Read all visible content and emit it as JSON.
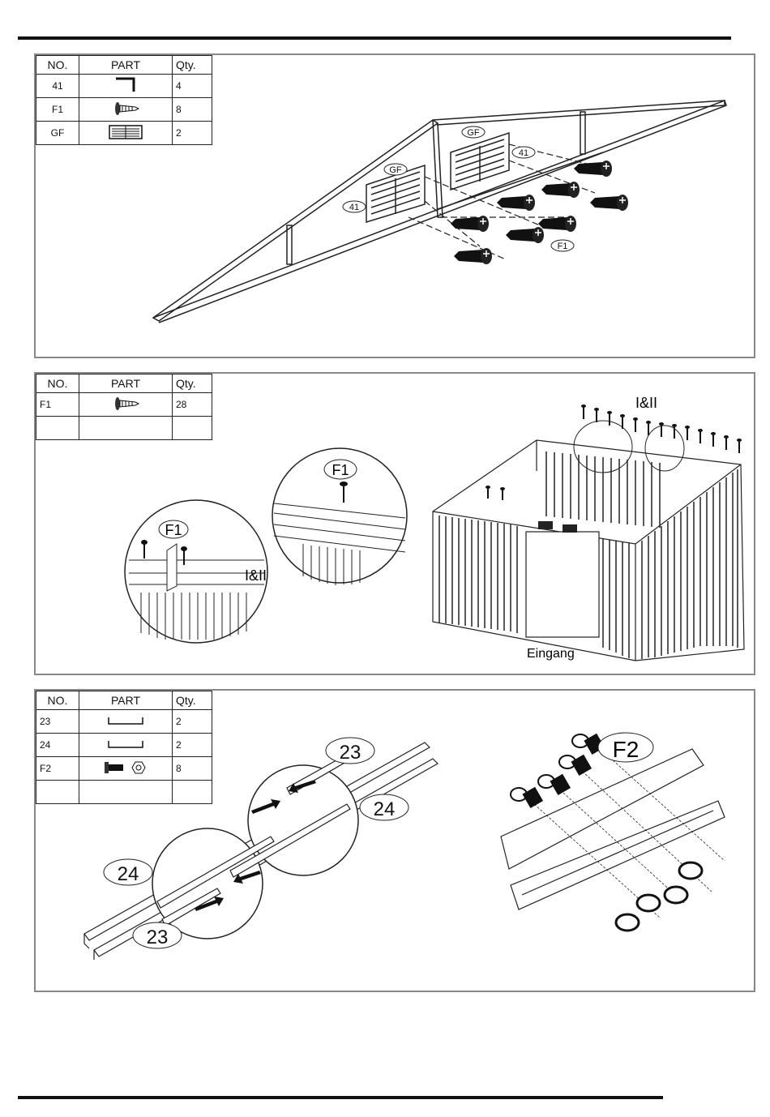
{
  "table_headers": {
    "no": "NO.",
    "part": "PART",
    "qty": "Qty."
  },
  "panel1": {
    "rows": [
      {
        "no": "41",
        "qty": "4",
        "icon": "bracket-icon"
      },
      {
        "no": "F1",
        "qty": "8",
        "icon": "screw-icon"
      },
      {
        "no": "GF",
        "qty": "2",
        "icon": "vent-grille-icon"
      }
    ],
    "labels": {
      "gf_a": "GF",
      "gf_b": "GF",
      "p41_a": "41",
      "p41_b": "41",
      "f1": "F1"
    }
  },
  "panel2": {
    "rows": [
      {
        "no": "F1",
        "qty": "28",
        "icon": "screw-icon"
      },
      {
        "no": "",
        "qty": ""
      }
    ],
    "labels": {
      "f1_left": "F1",
      "f1_mid": "F1",
      "i_ii_left": "I&II",
      "i_ii_right": "I&II",
      "entrance": "Eingang"
    }
  },
  "panel3": {
    "rows": [
      {
        "no": "23",
        "qty": "2",
        "icon": "rail-icon"
      },
      {
        "no": "24",
        "qty": "2",
        "icon": "rail-icon"
      },
      {
        "no": "F2",
        "qty": "8",
        "icon": "bolt-nut-icon"
      },
      {
        "no": "",
        "qty": ""
      }
    ],
    "labels": {
      "r23_top": "23",
      "r24_right": "24",
      "r24_left": "24",
      "r23_bottom": "23",
      "f2": "F2"
    }
  }
}
